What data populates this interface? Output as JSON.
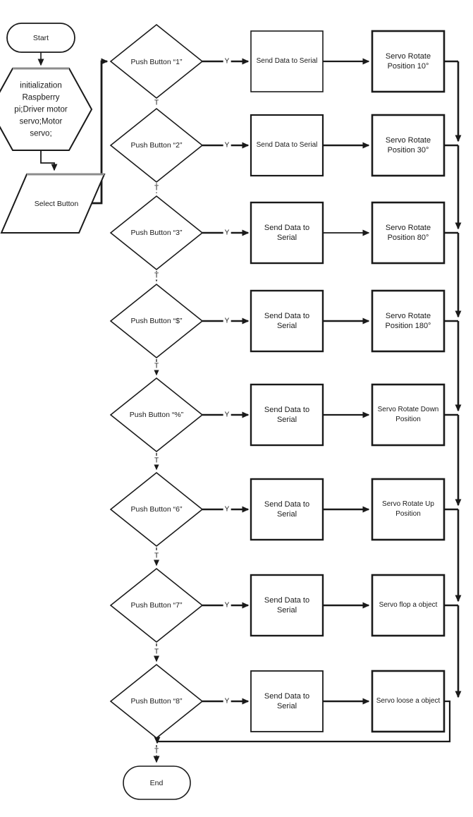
{
  "diagram": {
    "type": "flowchart",
    "colors": {
      "stroke": "#1a1a1a",
      "shape_fill": "#ffffff",
      "background": "#ffffff",
      "top_edge_gray": "#8c8c8c"
    },
    "terminals": {
      "start": "Start",
      "end": "End"
    },
    "init_lines": [
      "initialization",
      "Raspberry",
      "pi;Driver motor",
      "servo;Motor",
      "servo;"
    ],
    "input": {
      "label": "Select Button"
    },
    "edge_labels": {
      "yes": "Y",
      "true": "T"
    },
    "rows": [
      {
        "decision": "Push Button “1”",
        "action_lines": [
          "Send Data to Serial"
        ],
        "result_lines": [
          "Servo Rotate",
          "Position 10°"
        ]
      },
      {
        "decision": "Push Button “2”",
        "action_lines": [
          "Send Data to Serial"
        ],
        "result_lines": [
          "Servo Rotate",
          "Position 30°"
        ]
      },
      {
        "decision": "Push Button “3”",
        "action_lines": [
          "Send Data to",
          "Serial"
        ],
        "result_lines": [
          "Servo Rotate",
          "Position 80°"
        ]
      },
      {
        "decision": "Push Button “$”",
        "action_lines": [
          "Send Data to",
          "Serial"
        ],
        "result_lines": [
          "Servo Rotate",
          "Position 180°"
        ]
      },
      {
        "decision": "Push Button “%”",
        "action_lines": [
          "Send Data to",
          "Serial"
        ],
        "result_lines": [
          "Servo Rotate Down",
          "Position"
        ]
      },
      {
        "decision": "Push Button “6”",
        "action_lines": [
          "Send Data to",
          "Serial"
        ],
        "result_lines": [
          "Servo Rotate Up",
          "Position"
        ]
      },
      {
        "decision": "Push Button “7”",
        "action_lines": [
          "Send Data to",
          "Serial"
        ],
        "result_lines": [
          "Servo flop a object"
        ]
      },
      {
        "decision": "Push Button “8”",
        "action_lines": [
          "Send Data to",
          "Serial"
        ],
        "result_lines": [
          "Servo loose a object"
        ]
      }
    ]
  }
}
